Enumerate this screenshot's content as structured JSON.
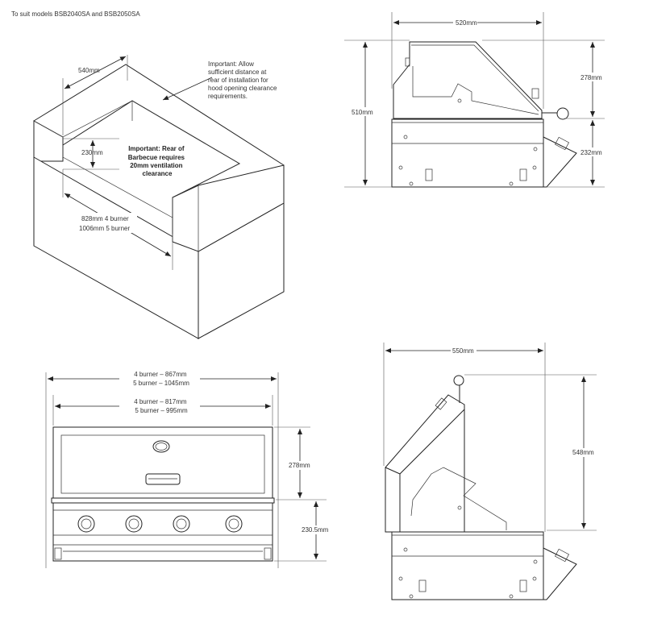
{
  "header_note": "To suit models BSB2040SA and BSB2050SA",
  "iso": {
    "dim_depth": "540mm",
    "dim_height": "230mm",
    "dim_width_line1": "828mm 4 burner",
    "dim_width_line2": "1006mm 5 burner",
    "note_rear_lines": [
      "Important: Rear of",
      "Barbecue requires",
      "20mm ventilation",
      "clearance"
    ],
    "note_hood_lines": [
      "Important: Allow",
      "sufficient distance at",
      "rear of installation for",
      "hood opening clearance",
      "requirements."
    ]
  },
  "side_closed": {
    "dim_depth": "520mm",
    "dim_total": "510mm",
    "dim_hood": "278mm",
    "dim_base": "232mm"
  },
  "front": {
    "dim_outer_line1": "4 burner – 867mm",
    "dim_outer_line2": "5 burner – 1045mm",
    "dim_inner_line1": "4 burner – 817mm",
    "dim_inner_line2": "5 burner – 995mm",
    "dim_hood": "278mm",
    "dim_base": "230.5mm"
  },
  "side_open": {
    "dim_depth": "550mm",
    "dim_height": "548mm"
  }
}
